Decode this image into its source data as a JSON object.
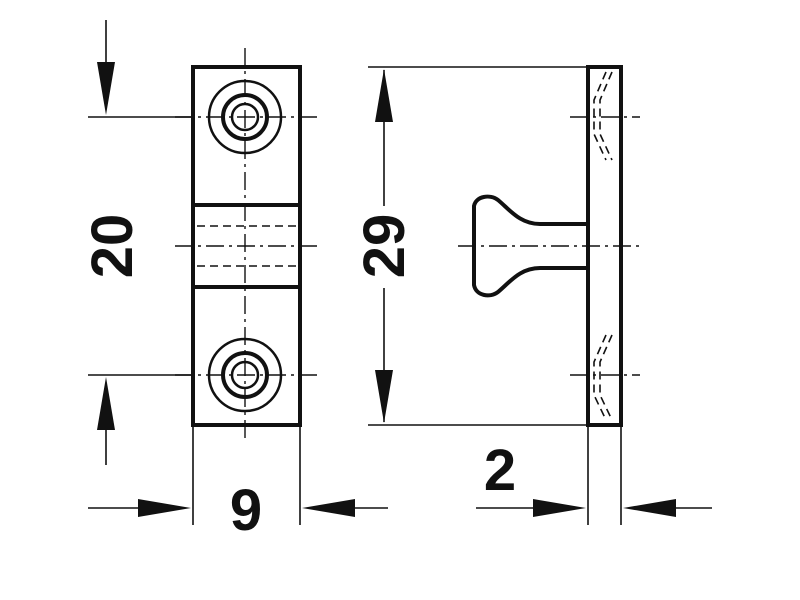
{
  "dimensions": {
    "height_label": "20",
    "overall_height_label": "29",
    "width_label": "9",
    "thickness_label": "2"
  }
}
